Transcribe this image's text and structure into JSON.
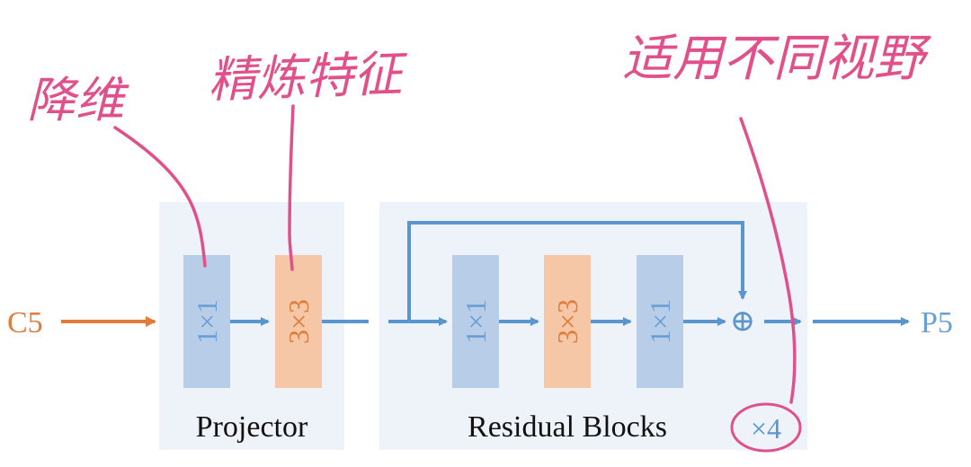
{
  "input_label": "C5",
  "output_label": "P5",
  "projector": {
    "title": "Projector",
    "layers": [
      "1×1",
      "3×3"
    ]
  },
  "residual": {
    "title": "Residual Blocks",
    "layers": [
      "1×1",
      "3×3",
      "1×1"
    ],
    "sum_symbol": "⊕",
    "repeat": "×4"
  },
  "annotations": {
    "reduce_dim": "降维",
    "refine_features": "精炼特征",
    "adapt_receptive_fields": "适用不同视野"
  },
  "colors": {
    "input_orange": "#e07b39",
    "arrow_blue": "#5b95cf",
    "text_blue": "#6a9fd6",
    "panel_bg": "#eef3f9",
    "block_blue": "#b8cee8",
    "block_orange": "#f6c7a6",
    "pen_pink": "#e0508a"
  }
}
